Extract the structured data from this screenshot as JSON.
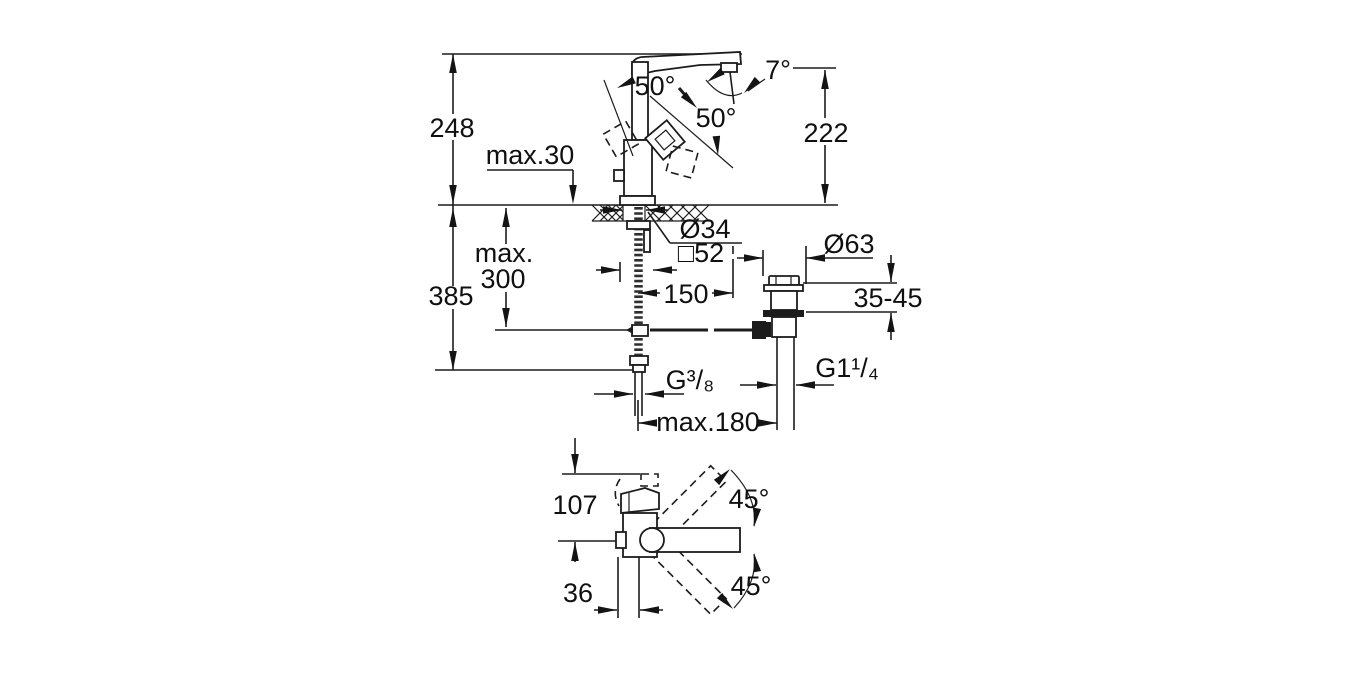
{
  "drawing": {
    "front_view": {
      "height_total": "248",
      "deck_thickness_max": "max.30",
      "spout_outlet_height": "222",
      "handle_angle_left": "50°",
      "handle_angle_right": "50°",
      "spray_angle": "7°",
      "hose_length_max_line1": "max.",
      "hose_length_max_line2": "300",
      "depth_below_total": "385",
      "hole_diameter": "Ø34",
      "base_square": "□52",
      "spout_projection": "150",
      "waste_flange_diameter": "Ø63",
      "basin_deck_range": "35-45",
      "supply_thread": "G³/₈",
      "waste_thread": "G1¹/₄",
      "spacing_max": "max.180"
    },
    "top_view": {
      "body_depth": "107",
      "center_offset": "36",
      "swivel_angle_upper": "45°",
      "swivel_angle_lower": "45°"
    },
    "colors": {
      "line": "#1c1c1c",
      "background": "#ffffff"
    }
  }
}
